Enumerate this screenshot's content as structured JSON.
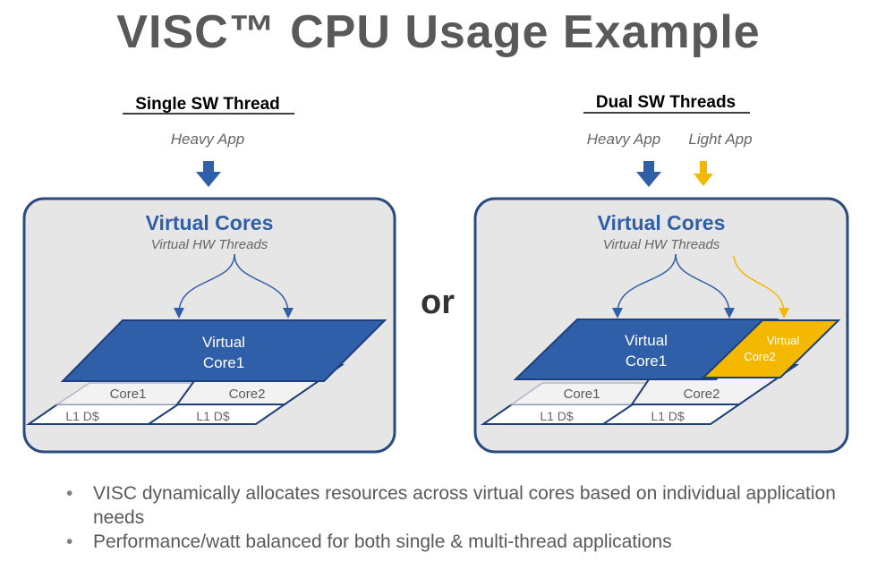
{
  "title": "VISC™ CPU Usage Example",
  "separator": "or",
  "left": {
    "heading": "Single SW Thread",
    "app": "Heavy App",
    "box_title": "Virtual Cores",
    "box_subtitle": "Virtual HW Threads",
    "virtual_core_line1": "Virtual",
    "virtual_core_line2": "Core1",
    "core1": "Core1",
    "core2": "Core2",
    "cache1": "L1 D$",
    "cache2": "L1 D$"
  },
  "right": {
    "heading": "Dual SW Threads",
    "app_heavy": "Heavy App",
    "app_light": "Light App",
    "box_title": "Virtual Cores",
    "box_subtitle": "Virtual HW Threads",
    "virtual_core1_line1": "Virtual",
    "virtual_core1_line2": "Core1",
    "virtual_core2_line1": "Virtual",
    "virtual_core2_line2": "Core2",
    "core1": "Core1",
    "core2": "Core2",
    "cache1": "L1 D$",
    "cache2": "L1 D$"
  },
  "bullets": [
    "VISC dynamically allocates resources across virtual cores based on individual application needs",
    "Performance/watt balanced for both single & multi-thread applications"
  ],
  "colors": {
    "blue": "#2f5fa8",
    "dark_blue": "#1f3f7a",
    "yellow": "#f5b800",
    "panel": "#e6e6e6",
    "panel_border": "#2a4a80",
    "text_gray": "#595959",
    "label_gray": "#666666"
  }
}
